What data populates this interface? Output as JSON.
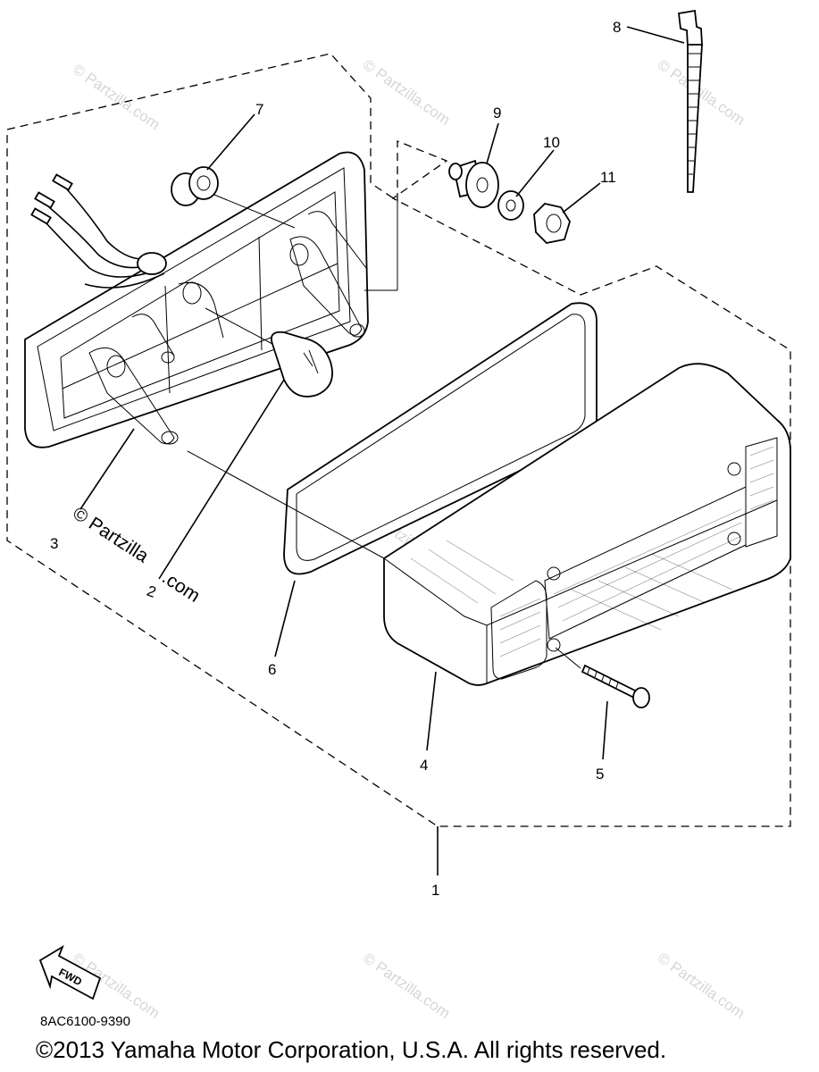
{
  "diagram": {
    "callouts": [
      "1",
      "2",
      "3",
      "4",
      "5",
      "6",
      "7",
      "8",
      "9",
      "10",
      "11"
    ],
    "watermark_text": "© Partzilla.com",
    "watermark_large_left": "© Partzilla",
    "watermark_large_right": ".com",
    "fwd_label": "FWD",
    "part_code": "8AC6100-9390",
    "copyright": "©2013  Yamaha Motor Corporation, U.S.A. All rights reserved."
  }
}
